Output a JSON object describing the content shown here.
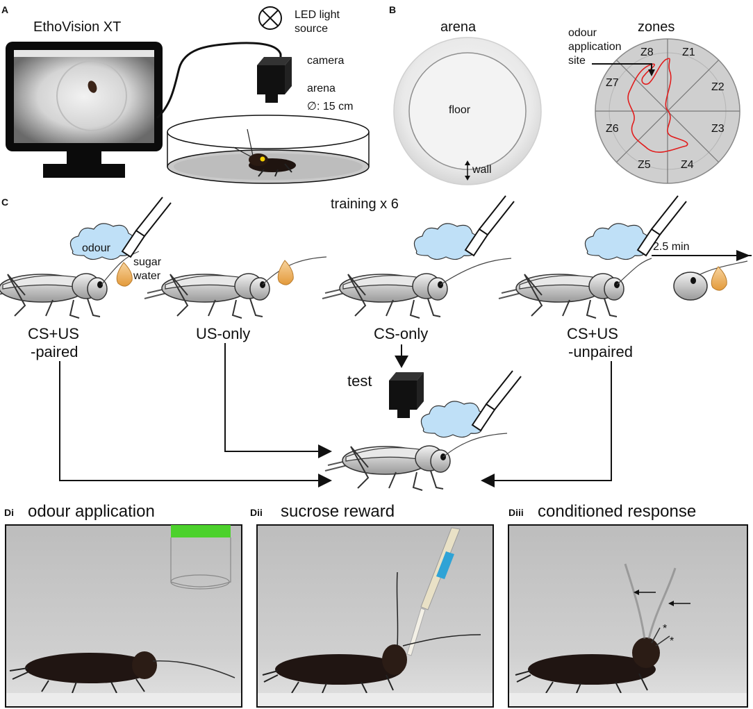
{
  "panels": {
    "a": "A",
    "b": "B",
    "c": "C",
    "di_letter": "Di",
    "dii_letter": "Dii",
    "diii_letter": "Diii"
  },
  "panel_a": {
    "software_title": "EthoVision XT",
    "led_line1": "LED light",
    "led_line2": "source",
    "camera": "camera",
    "arena": "arena",
    "diameter": "∅: 15 cm"
  },
  "panel_b": {
    "arena_title": "arena",
    "zones_title": "zones",
    "floor": "floor",
    "wall": "wall",
    "odour_line1": "odour",
    "odour_line2": "application",
    "odour_line3": "site",
    "zones": [
      "Z8",
      "Z1",
      "Z2",
      "Z3",
      "Z4",
      "Z5",
      "Z6",
      "Z7"
    ]
  },
  "panel_c": {
    "training": "training x 6",
    "odour": "odour",
    "sugar_line1": "sugar",
    "sugar_line2": "water",
    "delay": "2.5 min",
    "group1_line1": "CS+US",
    "group1_line2": "-paired",
    "group2": "US-only",
    "group3": "CS-only",
    "group4_line1": "CS+US",
    "group4_line2": "-unpaired",
    "test": "test"
  },
  "panel_d": {
    "di_title": "odour application",
    "dii_title": "sucrose reward",
    "diii_title": "conditioned response",
    "asterisk": "*"
  },
  "colors": {
    "trajectory": "#e11d1d",
    "odour_cloud": "#bfe0f7",
    "sugar_drop": "#f2b25c",
    "pipette_blue": "#2fa3d6",
    "green_cap": "#4cd12c"
  }
}
